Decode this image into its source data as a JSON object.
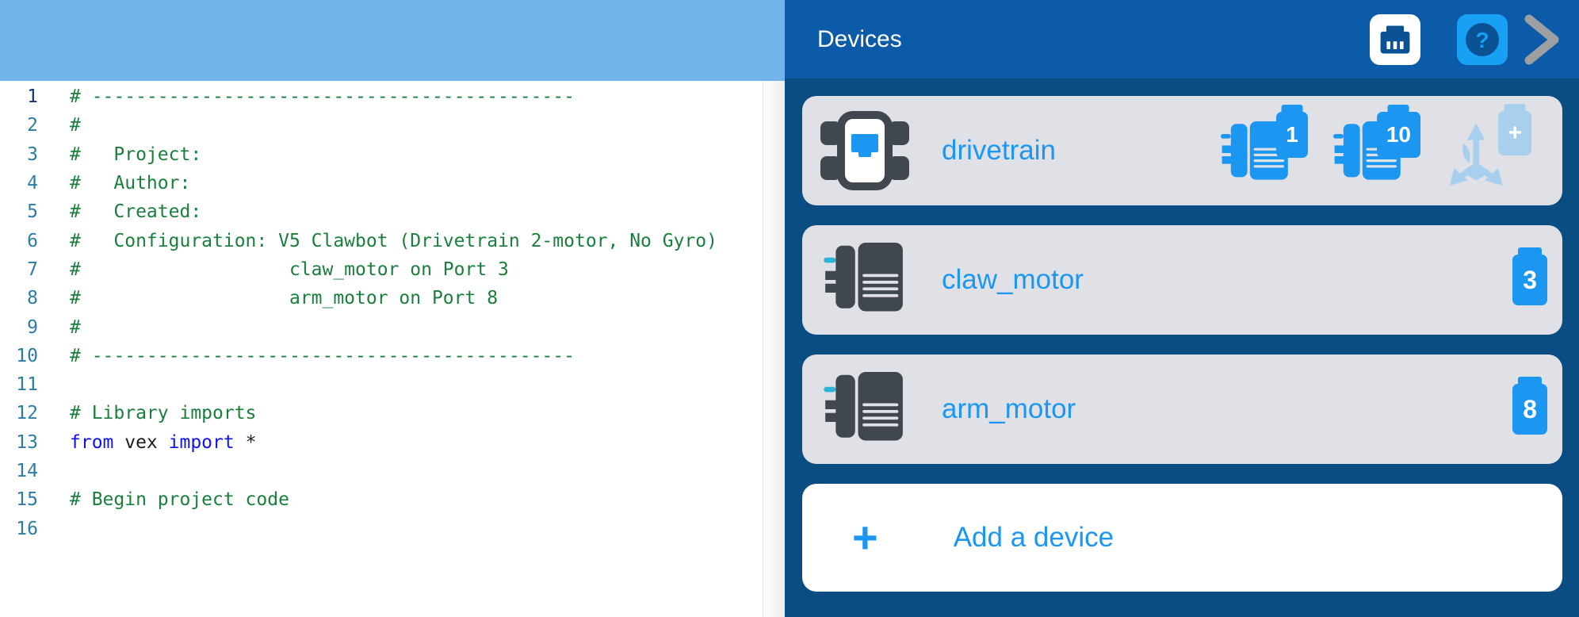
{
  "colors": {
    "topbar_blue": "#70b4e9",
    "header_blue": "#0b5ba8",
    "panel_navy": "#0a4d82",
    "card_gray": "#dfe1e6",
    "accent_blue": "#1b97f2",
    "bright_blue": "#18a0f4",
    "icon_navy": "#0b5295",
    "motor_dark": "#41474f",
    "cyan_accent": "#2ab5d8",
    "faded_blue": "#a9cfee",
    "chevron_gray": "#9e9fa3",
    "comment_green": "#1a7f3c",
    "keyword_blue": "#1212f0",
    "code_text": "#1c1c1c",
    "line_number": "#2d7ca3",
    "line_number_active": "#15357d"
  },
  "editor": {
    "lines": [
      {
        "n": "1",
        "active": true,
        "tokens": [
          {
            "t": "# --------------------------------------------",
            "c": "comment"
          }
        ]
      },
      {
        "n": "2",
        "tokens": [
          {
            "t": "#",
            "c": "comment"
          }
        ]
      },
      {
        "n": "3",
        "tokens": [
          {
            "t": "#   Project:",
            "c": "comment"
          }
        ]
      },
      {
        "n": "4",
        "tokens": [
          {
            "t": "#   Author:",
            "c": "comment"
          }
        ]
      },
      {
        "n": "5",
        "tokens": [
          {
            "t": "#   Created:",
            "c": "comment"
          }
        ]
      },
      {
        "n": "6",
        "tokens": [
          {
            "t": "#   Configuration: V5 Clawbot (Drivetrain 2-motor, No Gyro)",
            "c": "comment"
          }
        ]
      },
      {
        "n": "7",
        "tokens": [
          {
            "t": "#                   claw_motor on Port 3",
            "c": "comment"
          }
        ]
      },
      {
        "n": "8",
        "tokens": [
          {
            "t": "#                   arm_motor on Port 8",
            "c": "comment"
          }
        ]
      },
      {
        "n": "9",
        "tokens": [
          {
            "t": "#",
            "c": "comment"
          }
        ]
      },
      {
        "n": "10",
        "tokens": [
          {
            "t": "# --------------------------------------------",
            "c": "comment"
          }
        ]
      },
      {
        "n": "11",
        "tokens": []
      },
      {
        "n": "12",
        "tokens": [
          {
            "t": "# Library imports",
            "c": "comment"
          }
        ]
      },
      {
        "n": "13",
        "tokens": [
          {
            "t": "from",
            "c": "keyword"
          },
          {
            "t": " vex ",
            "c": "plain"
          },
          {
            "t": "import",
            "c": "keyword"
          },
          {
            "t": " *",
            "c": "plain"
          }
        ]
      },
      {
        "n": "14",
        "tokens": []
      },
      {
        "n": "15",
        "tokens": [
          {
            "t": "# Begin project code",
            "c": "comment"
          }
        ]
      },
      {
        "n": "16",
        "tokens": []
      }
    ]
  },
  "devices_panel": {
    "title": "Devices",
    "help_glyph": "?",
    "gyro_add_label": "+",
    "add_plus": "+",
    "add_device_label": "Add a device",
    "devices": [
      {
        "name": "drivetrain",
        "type": "drivetrain",
        "motor_ports": [
          "1",
          "10"
        ]
      },
      {
        "name": "claw_motor",
        "type": "motor",
        "port": "3"
      },
      {
        "name": "arm_motor",
        "type": "motor",
        "port": "8"
      }
    ]
  }
}
